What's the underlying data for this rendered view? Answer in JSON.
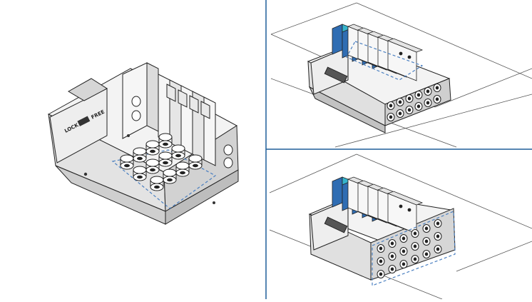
{
  "brand": {
    "line": "#1f5f99",
    "outline": "#222222",
    "body_light": "#f1f1f1",
    "body_mid": "#d9d9d9",
    "body_dark": "#b9b9b9",
    "solenoid_blue": "#2f6db3",
    "solenoid_cyan": "#36b4cc",
    "highlight_dash": "#4a7fc0"
  },
  "labels": {
    "lock": "LOCK",
    "free": "FREE"
  },
  "panels": [
    {
      "name": "large-view",
      "variant": "fittings"
    },
    {
      "name": "top-right-view",
      "variant": "top-ports"
    },
    {
      "name": "bottom-right-view",
      "variant": "side-ports"
    }
  ]
}
